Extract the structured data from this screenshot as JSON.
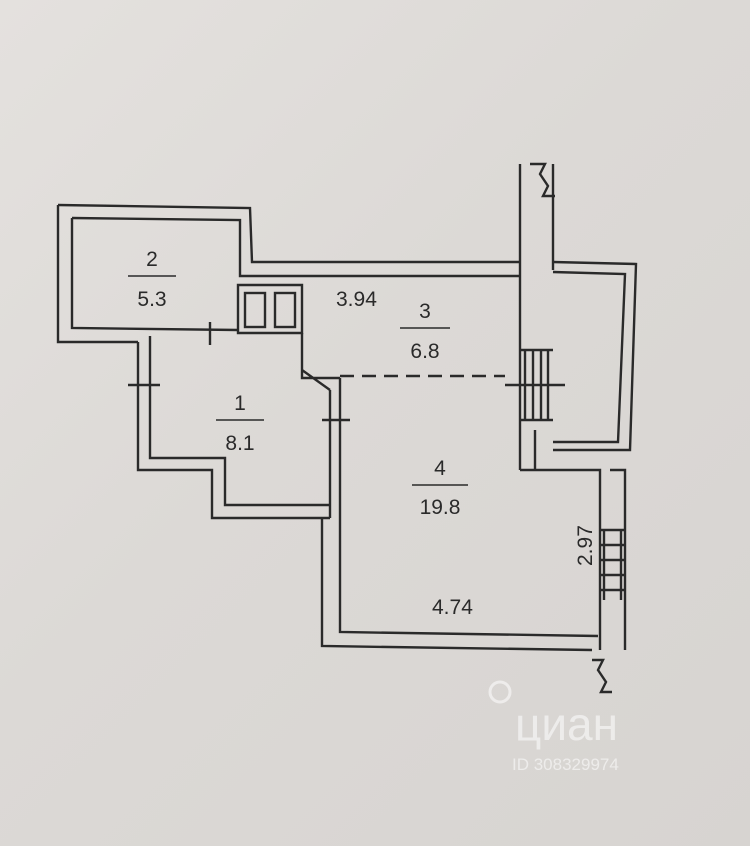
{
  "rooms": [
    {
      "number": "1",
      "area": "8.1"
    },
    {
      "number": "2",
      "area": "5.3"
    },
    {
      "number": "3",
      "area": "6.8"
    },
    {
      "number": "4",
      "area": "19.8"
    }
  ],
  "dimensions": {
    "top": "3.94",
    "bottom": "4.74",
    "right": "2.97"
  },
  "watermark": {
    "brand": "циан",
    "id": "ID 308329974"
  },
  "colors": {
    "background": "#dedbd8",
    "wall": "#2a2a2a",
    "watermark": "#ffffff"
  }
}
